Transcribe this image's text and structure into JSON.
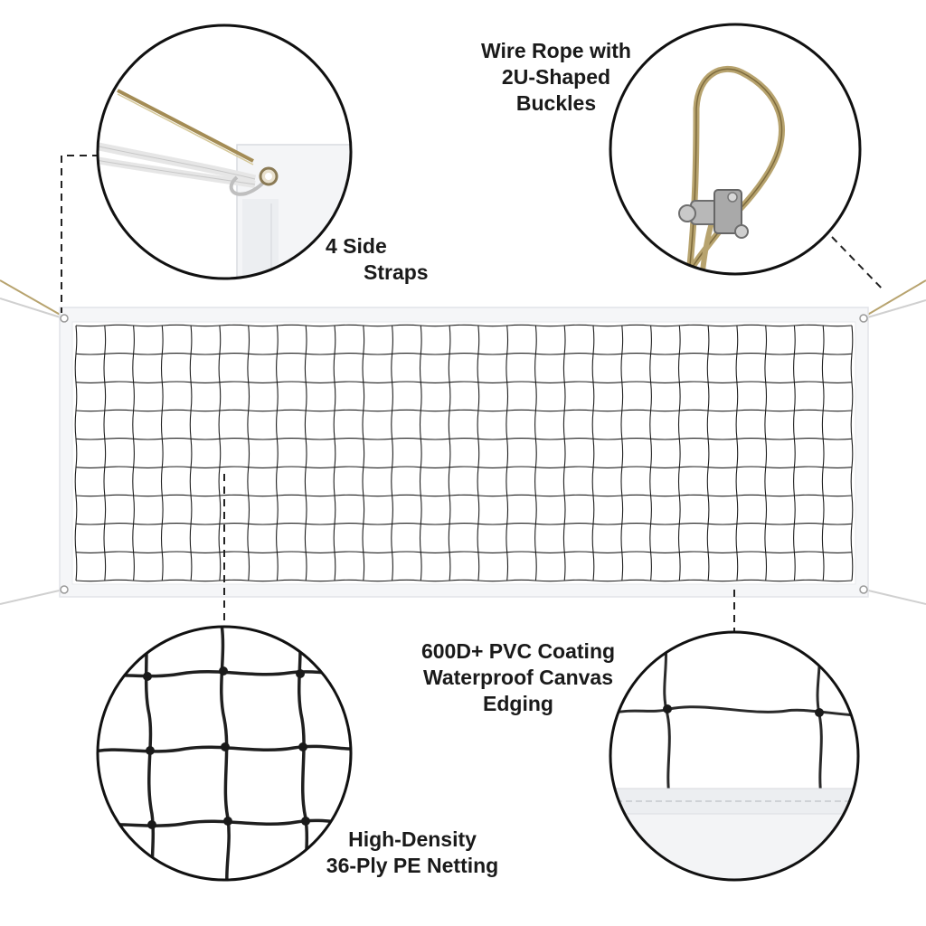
{
  "colors": {
    "net_line": "#1f1f1f",
    "border_canvas": "#f2f3f5",
    "wire_rope": "#b7a36e",
    "circle_outline": "#111111",
    "text": "#1a1a1a"
  },
  "callouts": {
    "wire_rope": {
      "icon": "wire-rope-buckle-icon",
      "lines": [
        "Wire Rope with",
        "2U-Shaped",
        "Buckles"
      ]
    },
    "side_straps": {
      "icon": "side-strap-grommet-icon",
      "lines": [
        "4 Side",
        "Straps"
      ]
    },
    "pvc_edging": {
      "icon": "canvas-edging-icon",
      "lines": [
        "600D+ PVC Coating",
        "Waterproof Canvas",
        "Edging"
      ]
    },
    "netting": {
      "icon": "netting-closeup-icon",
      "lines": [
        "High-Density",
        "36-Ply PE Netting"
      ]
    }
  }
}
